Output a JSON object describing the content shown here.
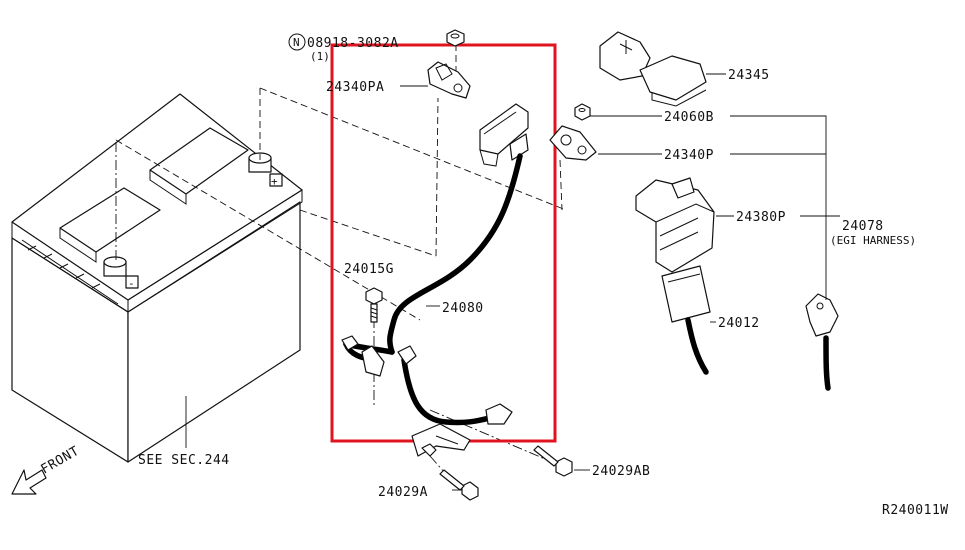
{
  "labels": {
    "p08918": "08918-3082A",
    "p08918_qty": "(1)",
    "p24340PA": "24340PA",
    "p24345": "24345",
    "p24060B": "24060B",
    "p24340P": "24340P",
    "p24380P": "24380P",
    "p24078": "24078",
    "egi_harness": "(EGI HARNESS)",
    "p24015G": "24015G",
    "p24080": "24080",
    "p24012": "24012",
    "p24029AB": "24029AB",
    "p24029A": "24029A",
    "see_sec": "SEE SEC.244",
    "front": "FRONT",
    "drawing_id": "R240011W",
    "n_mark": "N",
    "plus": "+",
    "minus": "-"
  },
  "colors": {
    "line": "#111111",
    "highlight": "#e0141e",
    "background": "#ffffff"
  }
}
